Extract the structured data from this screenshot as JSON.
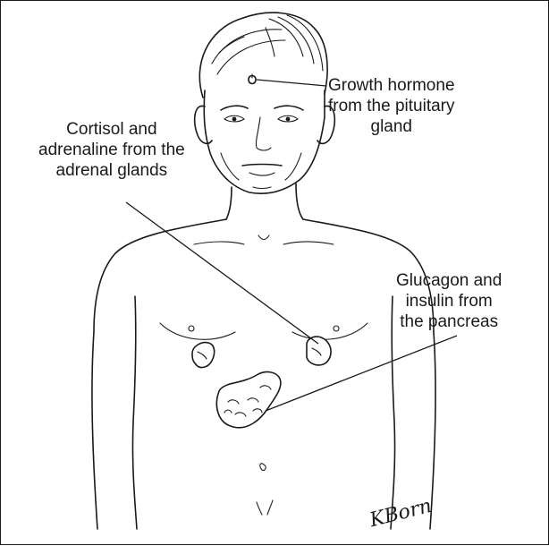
{
  "labels": {
    "growth": {
      "line1": "Growth hormone",
      "line2": "from the pituitary",
      "line3": "gland"
    },
    "cortisol": {
      "line1": "Cortisol and",
      "line2": "adrenaline from the",
      "line3": "adrenal glands"
    },
    "glucagon": {
      "line1": "Glucagon and",
      "line2": "insulin from",
      "line3": "the pancreas"
    }
  },
  "signature": "KBorn",
  "colors": {
    "ink": "#1a1a1a",
    "background": "#ffffff"
  }
}
